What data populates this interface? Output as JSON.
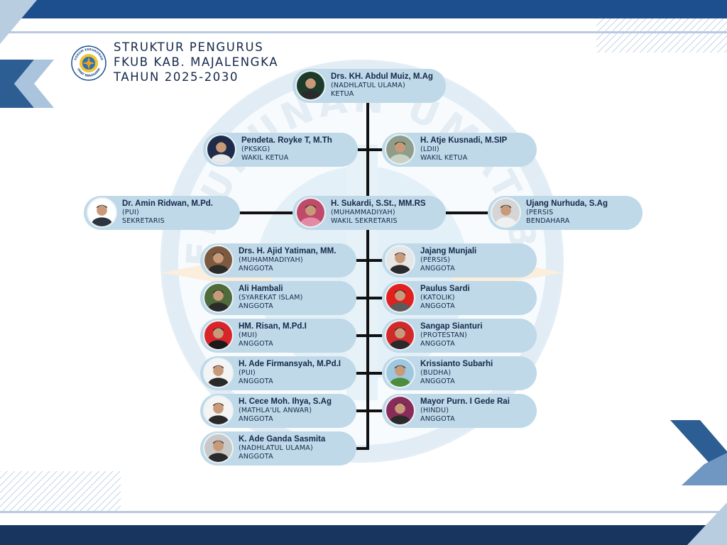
{
  "title": {
    "line1": "STRUKTUR PENGURUS",
    "line2": "FKUB KAB. MAJALENGKA",
    "line3": "TAHUN 2025-2030"
  },
  "logo": {
    "text_top": "FORUM KERUKUNAN",
    "text_bottom": "UMAT BERAGAMA"
  },
  "watermark": {
    "text": "FORUM KERUKUNAN UMAT BERAGAMA"
  },
  "colors": {
    "card": "#bfd9e8",
    "navy": "#1d4f8f",
    "dark_navy": "#17355f",
    "connector": "#111111"
  },
  "members": {
    "ketua": {
      "name": "Drs. KH. Abdul Muiz, M.Ag",
      "org": "(NADHLATUL ULAMA)",
      "role": "KETUA"
    },
    "wakil_kiri": {
      "name": "Pendeta. Royke T, M.Th",
      "org": "(PKSKG)",
      "role": "WAKIL KETUA"
    },
    "wakil_kanan": {
      "name": "H. Atje Kusnadi, M.SIP",
      "org": "(LDII)",
      "role": "WAKIL KETUA"
    },
    "sekretaris": {
      "name": "Dr. Amin Ridwan, M.Pd.",
      "org": "(PUI)",
      "role": "SEKRETARIS"
    },
    "wakil_sekretaris": {
      "name": "H. Sukardi, S.St., MM.RS",
      "org": "(MUHAMMADIYAH)",
      "role": "WAKIL SEKRETARIS"
    },
    "bendahara": {
      "name": "Ujang Nurhuda, S.Ag",
      "org": "(PERSIS",
      "role": "BENDAHARA"
    },
    "anggota_kiri": [
      {
        "name": "Drs. H. Ajid Yatiman, MM.",
        "org": "(MUHAMMADIYAH)",
        "role": "ANGGOTA"
      },
      {
        "name": "Ali Hambali",
        "org": "(SYAREKAT ISLAM)",
        "role": "ANGGOTA"
      },
      {
        "name": "HM. Risan, M.Pd.I",
        "org": "(MUI)",
        "role": "ANGGOTA"
      },
      {
        "name": "H. Ade Firmansyah, M.Pd.I",
        "org": "(PUI)",
        "role": "ANGGOTA"
      },
      {
        "name": "H. Cece Moh. Ihya, S.Ag",
        "org": "(MATHLA'UL ANWAR)",
        "role": "ANGGOTA"
      },
      {
        "name": "K. Ade Ganda Sasmita",
        "org": "(NADHLATUL ULAMA)",
        "role": "ANGGOTA"
      }
    ],
    "anggota_kanan": [
      {
        "name": "Jajang Munjali",
        "org": "(PERSIS)",
        "role": "ANGGOTA"
      },
      {
        "name": "Paulus Sardi",
        "org": "(KATOLIK)",
        "role": "ANGGOTA"
      },
      {
        "name": "Sangap Sianturi",
        "org": "(PROTESTAN)",
        "role": "ANGGOTA"
      },
      {
        "name": "Krissianto Subarhi",
        "org": "(BUDHA)",
        "role": "ANGGOTA"
      },
      {
        "name": "Mayor Purn. I Gede Rai",
        "org": "(HINDU)",
        "role": "ANGGOTA"
      }
    ]
  }
}
